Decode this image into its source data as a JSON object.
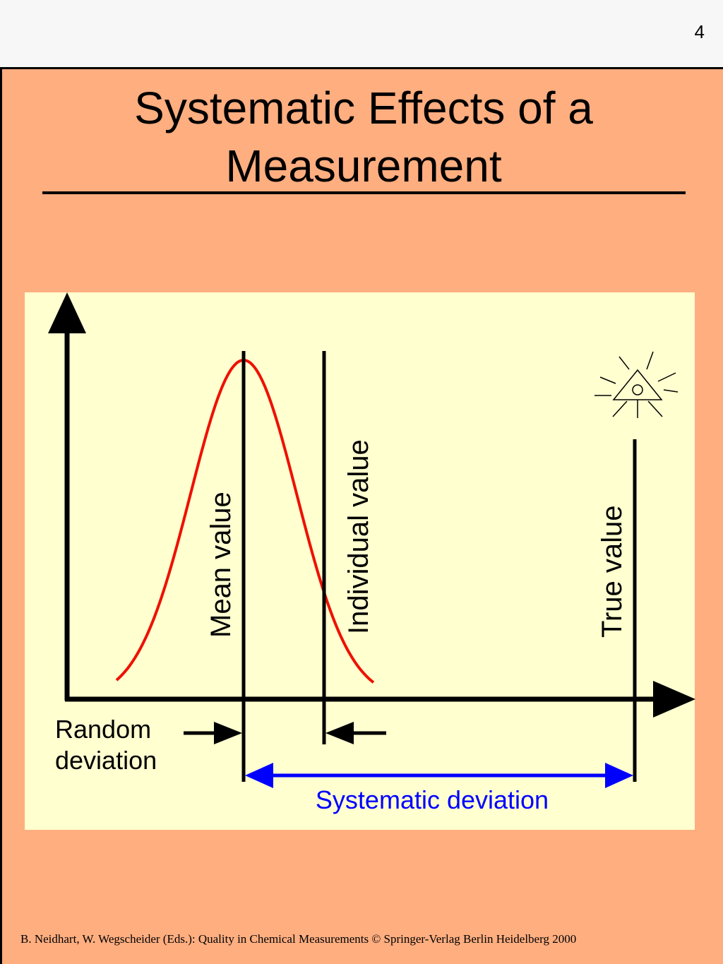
{
  "page_number": "4",
  "title": {
    "line1": "Systematic Effects of a",
    "line2": "Measurement"
  },
  "diagram": {
    "labels": {
      "mean_value": "Mean value",
      "individual_value": "Individual value",
      "true_value": "True value",
      "random_deviation_line1": "Random",
      "random_deviation_line2": "deviation",
      "systematic_deviation": "Systematic deviation"
    },
    "icons": [
      "eye-of-providence-icon"
    ],
    "colors": {
      "panel_background": "#ffffd0",
      "slide_background": "#ffae80",
      "curve": "#ee1100",
      "systematic_arrow": "#0000ff",
      "axes": "#000000"
    }
  },
  "footer": "B. Neidhart, W. Wegscheider (Eds.): Quality in Chemical Measurements © Springer-Verlag Berlin Heidelberg 2000"
}
